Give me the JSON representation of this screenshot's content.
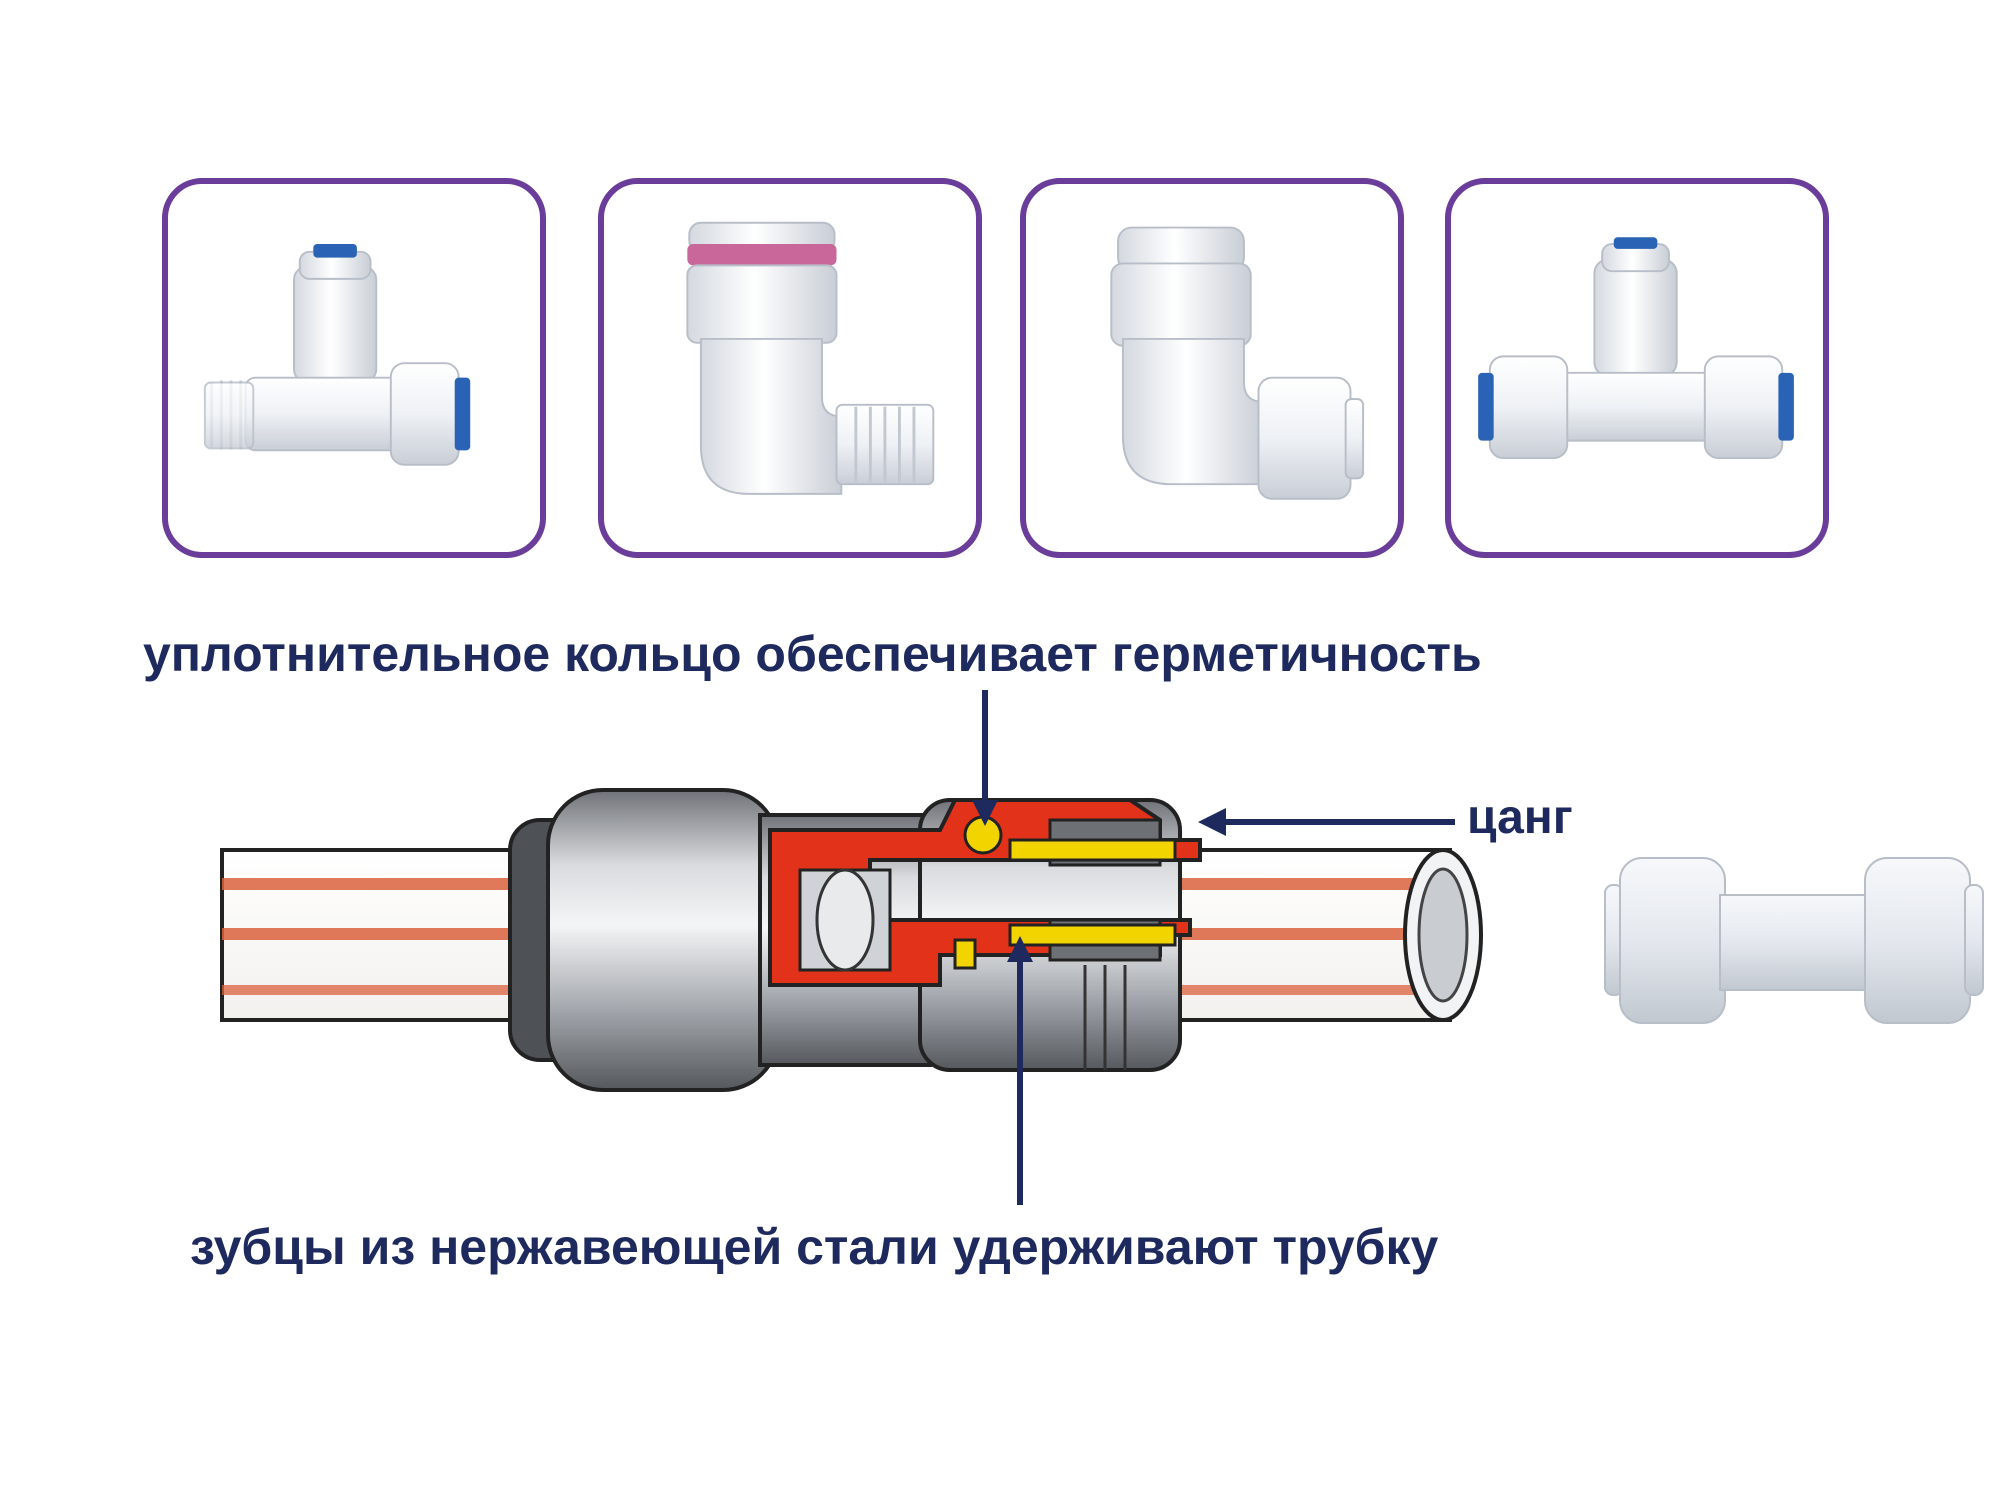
{
  "labels": {
    "seal_ring": "уплотнительное кольцо обеспечивает герметичность",
    "collet": "цанг",
    "steel_teeth": "зубцы из нержавеющей стали удерживают трубку"
  },
  "colors": {
    "card_border": "#6a3d9a",
    "label_text": "#1e2a5e",
    "tube_stripe": "#d9623d",
    "cutaway_red": "#e2321a",
    "collet_yellow": "#f2d400",
    "release_ring_blue": "#1f5fb0",
    "release_ring_pink": "#c9669a"
  },
  "fittings": [
    {
      "icon": "tee-fitting-threaded-icon",
      "ring": "blue"
    },
    {
      "icon": "elbow-fitting-threaded-icon",
      "ring": "pink"
    },
    {
      "icon": "elbow-fitting-icon",
      "ring": "white"
    },
    {
      "icon": "tee-fitting-icon",
      "ring": "blue"
    }
  ],
  "straight_connector": {
    "icon": "straight-connector-icon"
  }
}
